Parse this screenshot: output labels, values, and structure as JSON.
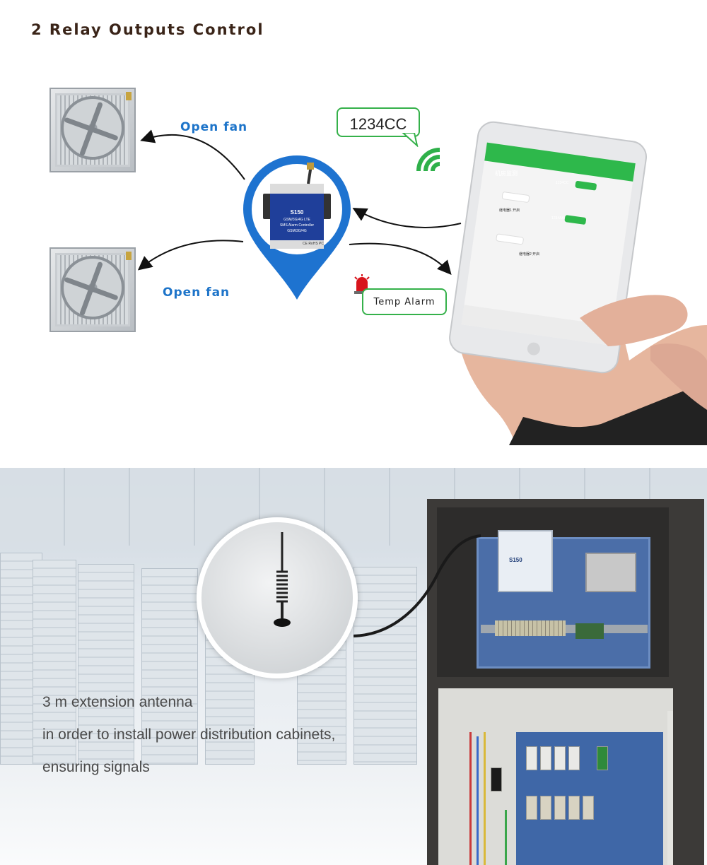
{
  "heading": "2 Relay Outputs Control",
  "fan_labels": [
    "Open fan",
    "Open fan"
  ],
  "sms_command": "1234CC",
  "alarm_message": "Temp Alarm",
  "device": {
    "model": "S150",
    "line1": "GSM/3G/4G LTE",
    "line2": "SMS Alarm Controller",
    "line3": "GSM/3G/4G",
    "cert": "CE RoHS PC"
  },
  "phone": {
    "chat_title": "机房监测",
    "sent_messages": [
      "1234CC",
      "1234AA"
    ],
    "received_messages": [
      "继电器1 开启",
      "继电器2 开启"
    ]
  },
  "captions": [
    "3 m extension antenna",
    "in order to install power distribution cabinets,",
    "ensuring signals"
  ],
  "colors": {
    "heading": "#3a2418",
    "fan_label": "#1d74c9",
    "bubble_border": "#35b14a",
    "pin": "#1e73d0",
    "wifi": "#2fb04a"
  }
}
